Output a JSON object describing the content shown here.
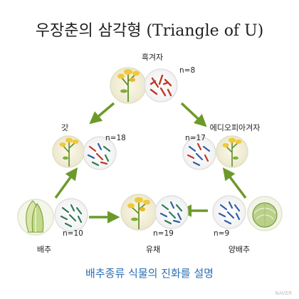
{
  "title": "우장춘의 삼각형 (Triangle of U)",
  "caption": "배추종류 식물의 진화를 설명",
  "watermark": "NAVER",
  "colors": {
    "arrow": "#6c9a2a",
    "flower_yellow": "#f0c93a",
    "stem": "#5f8f2c",
    "chrom_red": "#c0392b",
    "chrom_blue": "#2f5fa8",
    "chrom_green": "#2f7a5a",
    "caption_blue": "#2a6fb5"
  },
  "nodes": {
    "top": {
      "name": "흑겨자",
      "count": "n=8"
    },
    "left": {
      "name": "갓",
      "count": "n=18"
    },
    "right": {
      "name": "에디오피아겨자",
      "count": "n=17"
    },
    "bl": {
      "name": "배추",
      "count": "n=10"
    },
    "bm": {
      "name": "유채",
      "count": "n=19"
    },
    "br": {
      "name": "양배추",
      "count": "n=9"
    }
  },
  "icons": {
    "top_plant": "flowering-plant-icon",
    "left_plant": "flowering-plant-icon",
    "right_plant": "flowering-plant-icon",
    "mid_plant": "flowering-plant-icon",
    "cabbage": "napa-cabbage-icon",
    "round_cabbage": "cabbage-icon",
    "chromosome": "chromosome-set-icon"
  }
}
